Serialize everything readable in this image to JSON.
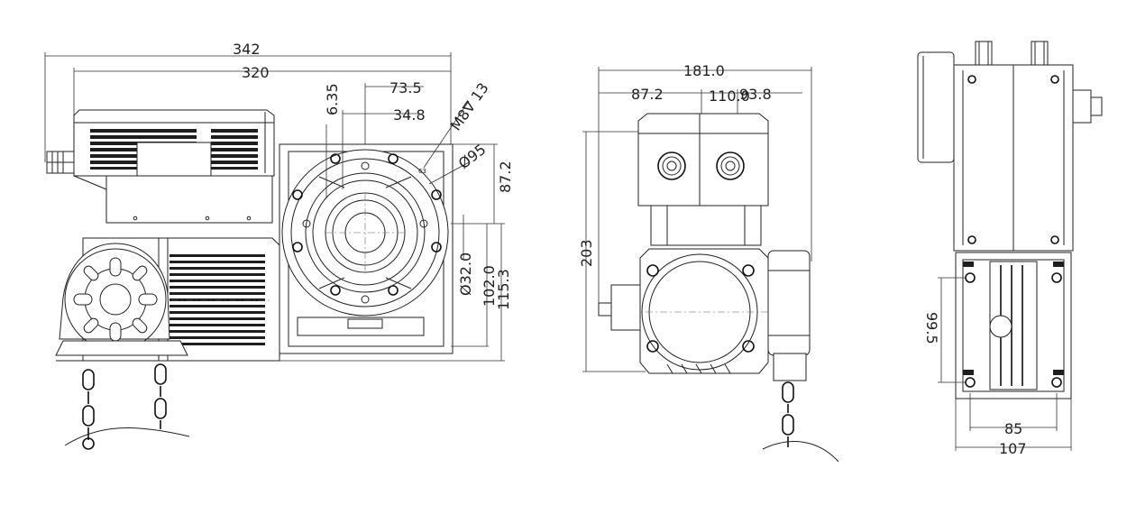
{
  "drawing": {
    "front_view": {
      "dims": {
        "d342": "342",
        "d320": "320",
        "d73_5": "73.5",
        "d6_35": "6.35",
        "d34_8": "34.8",
        "dM8": "M8∇ 13",
        "d95": "Ø95",
        "d87_2": "87.2",
        "d32": "Ø32.0",
        "d102": "102.0",
        "d115_3": "115.3",
        "small_mark": "63"
      }
    },
    "side_view": {
      "dims": {
        "d181": "181.0",
        "d87_2": "87.2",
        "d110": "110.0",
        "d93_8": "93.8",
        "d203": "203"
      }
    },
    "end_view": {
      "dims": {
        "d99_5": "99.5",
        "d85": "85",
        "d107": "107"
      }
    }
  }
}
